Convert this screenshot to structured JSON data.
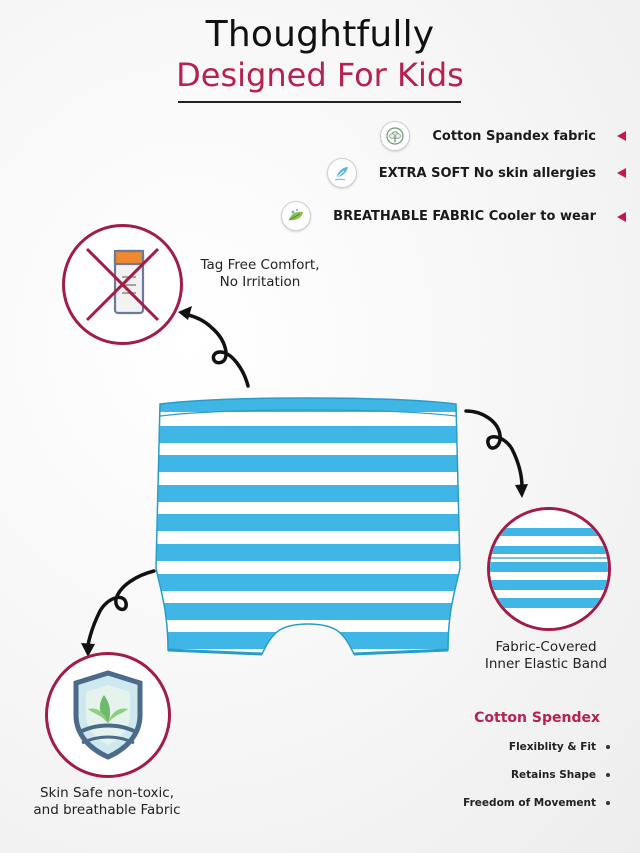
{
  "header": {
    "line1": "Thoughtfully",
    "line2": "Designed For Kids"
  },
  "features": [
    {
      "icon": "cotton-icon",
      "bold": "Cotton Spandex  fabric",
      "rest": ""
    },
    {
      "icon": "feather-icon",
      "bold": "EXTRA SOFT",
      "rest": " No skin allergies"
    },
    {
      "icon": "leaf-icon",
      "bold": "BREATHABLE FABRIC",
      "rest": " Cooler to wear"
    }
  ],
  "callouts": {
    "tag_free": {
      "line1": "Tag Free Comfort,",
      "line2": "No Irritation"
    },
    "waistband": {
      "line1": "Fabric-Covered",
      "line2": "Inner Elastic Band"
    },
    "skin_safe": {
      "line1": "Skin Safe non-toxic,",
      "line2": "and breathable Fabric"
    }
  },
  "cotton_spandex": {
    "title": "Cotton Spendex",
    "items": [
      "Flexiblity & Fit",
      "Retains Shape",
      "Freedom of Movement"
    ]
  },
  "colors": {
    "accent": "#b5224f",
    "circle_border": "#a11d45",
    "stripe_blue": "#3fb6e6",
    "arrow_pink": "#c2185b"
  }
}
